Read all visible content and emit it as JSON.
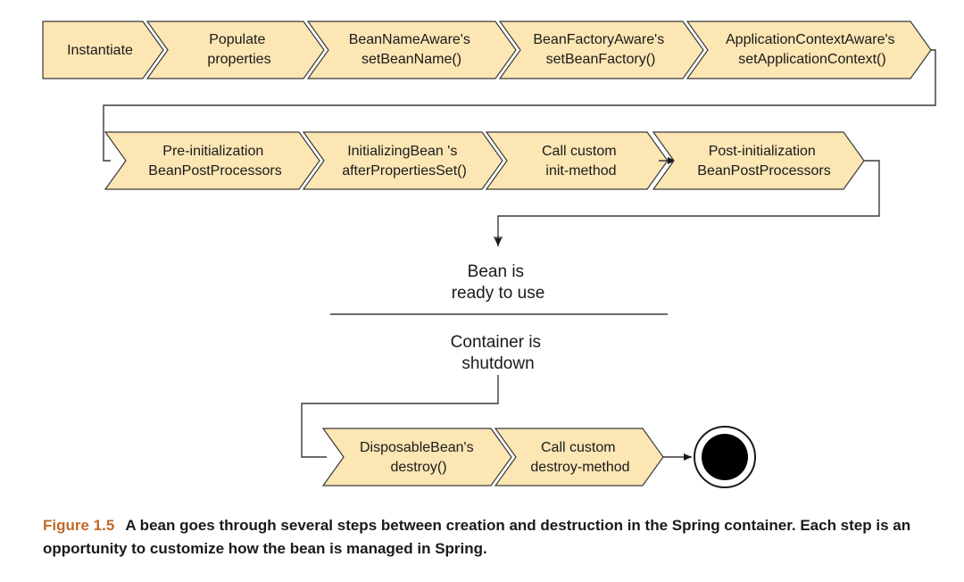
{
  "row1": [
    {
      "lines": [
        "Instantiate"
      ]
    },
    {
      "lines": [
        "Populate",
        "properties"
      ]
    },
    {
      "lines": [
        "BeanNameAware's",
        "setBeanName()"
      ]
    },
    {
      "lines": [
        "BeanFactoryAware's",
        "setBeanFactory()"
      ]
    },
    {
      "lines": [
        "ApplicationContextAware's",
        "setApplicationContext()"
      ]
    }
  ],
  "row2": [
    {
      "lines": [
        "Pre-initialization",
        "BeanPostProcessors"
      ]
    },
    {
      "lines": [
        "InitializingBean  's",
        "afterPropertiesSet()"
      ]
    },
    {
      "lines": [
        "Call custom",
        "init-method"
      ]
    },
    {
      "lines": [
        "Post-initialization",
        "BeanPostProcessors"
      ]
    }
  ],
  "ready": [
    "Bean is",
    "ready to use"
  ],
  "shutdown": [
    "Container is",
    "shutdown"
  ],
  "row3": [
    {
      "lines": [
        "DisposableBean's",
        "destroy()"
      ]
    },
    {
      "lines": [
        "Call custom",
        "destroy-method"
      ]
    }
  ],
  "caption": {
    "label": "Figure 1.5",
    "text": "A bean goes through several steps between creation and destruction in the Spring container. Each step is an opportunity to customize how the bean is managed in Spring."
  },
  "colors": {
    "step_fill": "#fbe6b4",
    "stroke": "#3a3a3a",
    "caption_label": "#c0692a"
  }
}
